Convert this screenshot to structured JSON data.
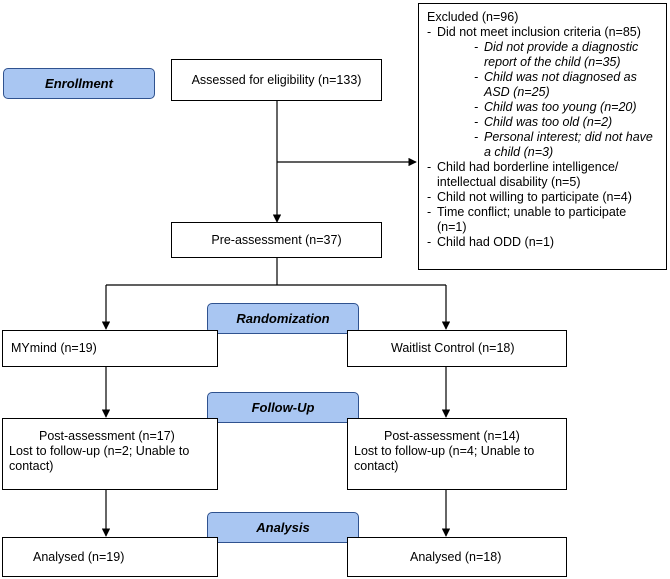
{
  "stages": {
    "enrollment": "Enrollment",
    "randomization": "Randomization",
    "follow_up": "Follow-Up",
    "analysis": "Analysis"
  },
  "boxes": {
    "assessed": "Assessed for eligibility (n=133)",
    "pre_assessment": "Pre-assessment (n=37)",
    "mymind": "MYmind (n=19)",
    "waitlist": "Waitlist Control (n=18)",
    "followup_left": {
      "line1": "Post-assessment (n=17)",
      "line2": "Lost to follow-up (n=2; Unable to contact)"
    },
    "followup_right": {
      "line1": "Post-assessment (n=14)",
      "line2": "Lost to follow-up (n=4; Unable to contact)"
    },
    "analysed_left": "Analysed (n=19)",
    "analysed_right": "Analysed (n=18)"
  },
  "excluded": {
    "title": "Excluded (n=96)",
    "items": [
      {
        "text": "Did not meet inclusion criteria (n=85)",
        "sub": false
      },
      {
        "text": "Did not provide a diagnostic report of the child (n=35)",
        "sub": true
      },
      {
        "text": "Child was not diagnosed as ASD (n=25)",
        "sub": true
      },
      {
        "text": "Child was too young (n=20)",
        "sub": true
      },
      {
        "text": "Child was too old (n=2)",
        "sub": true
      },
      {
        "text": "Personal interest; did not have a child (n=3)",
        "sub": true
      },
      {
        "text": "Child had borderline intelligence/ intellectual disability (n=5)",
        "sub": false
      },
      {
        "text": "Child not willing to participate (n=4)",
        "sub": false
      },
      {
        "text": "Time conflict; unable to participate (n=1)",
        "sub": false
      },
      {
        "text": "Child had ODD (n=1)",
        "sub": false
      }
    ]
  }
}
